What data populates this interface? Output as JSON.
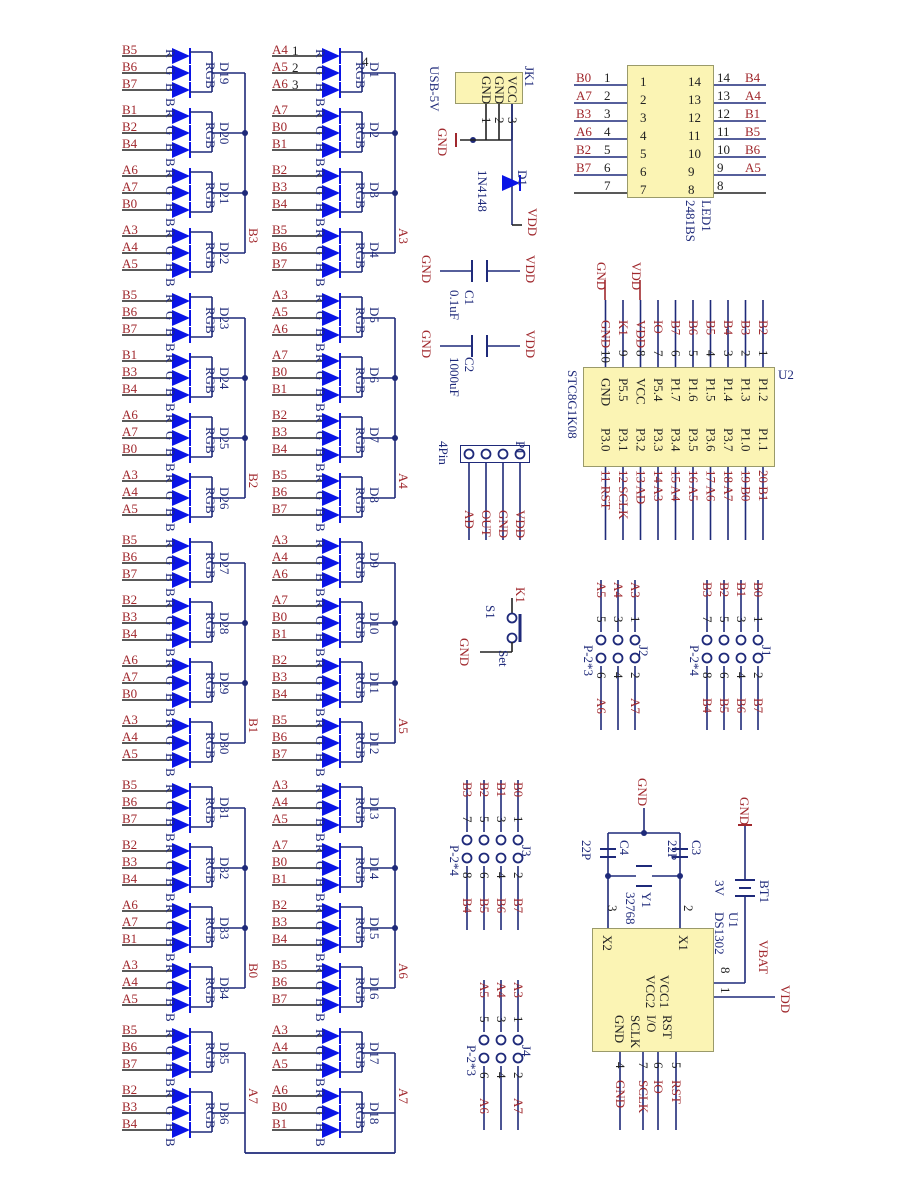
{
  "title": "RGB LED matrix clock schematic",
  "colors": {
    "wire": "#1f2a7a",
    "pin": "#222222",
    "net_label": "#a0282d",
    "led": "#0a14e6",
    "ic_fill": "#fbf4b4"
  },
  "led_display": {
    "designator": "LED1",
    "part": "2481BS",
    "left_pins": [
      {
        "pin": "1",
        "net": "B0"
      },
      {
        "pin": "2",
        "net": "A7"
      },
      {
        "pin": "3",
        "net": "B3"
      },
      {
        "pin": "4",
        "net": "A6"
      },
      {
        "pin": "5",
        "net": "B2"
      },
      {
        "pin": "6",
        "net": "B7"
      },
      {
        "pin": "7",
        "net": ""
      }
    ],
    "right_pins": [
      {
        "pin": "14",
        "net": "B4"
      },
      {
        "pin": "13",
        "net": "A4"
      },
      {
        "pin": "12",
        "net": "B1"
      },
      {
        "pin": "11",
        "net": "B5"
      },
      {
        "pin": "10",
        "net": "B6"
      },
      {
        "pin": "9",
        "net": "A5"
      },
      {
        "pin": "8",
        "net": ""
      }
    ]
  },
  "mcu": {
    "designator": "U2",
    "part": "STC8G1K08",
    "top_pins": [
      {
        "pin": "1",
        "name": "P1.2",
        "net": "B2"
      },
      {
        "pin": "2",
        "name": "P1.3",
        "net": "B3"
      },
      {
        "pin": "3",
        "name": "P1.4",
        "net": "B4"
      },
      {
        "pin": "4",
        "name": "P1.5",
        "net": "B5"
      },
      {
        "pin": "5",
        "name": "P1.6",
        "net": "B6"
      },
      {
        "pin": "6",
        "name": "P1.7",
        "net": "B7"
      },
      {
        "pin": "7",
        "name": "P5.4",
        "net": "IO"
      },
      {
        "pin": "8",
        "name": "VCC",
        "net": "VDD"
      },
      {
        "pin": "9",
        "name": "P5.5",
        "net": "K1"
      },
      {
        "pin": "10",
        "name": "GND",
        "net": "GND"
      }
    ],
    "bottom_pins": [
      {
        "pin": "20",
        "name": "P1.1",
        "net": "B1"
      },
      {
        "pin": "19",
        "name": "P1.0",
        "net": "B0"
      },
      {
        "pin": "18",
        "name": "P3.7",
        "net": "A7"
      },
      {
        "pin": "17",
        "name": "P3.6",
        "net": "A6"
      },
      {
        "pin": "16",
        "name": "P3.5",
        "net": "A5"
      },
      {
        "pin": "15",
        "name": "P3.4",
        "net": "A4"
      },
      {
        "pin": "14",
        "name": "P3.3",
        "net": "A3"
      },
      {
        "pin": "13",
        "name": "P3.2",
        "net": "AD"
      },
      {
        "pin": "12",
        "name": "P3.1",
        "net": "SCLK"
      },
      {
        "pin": "11",
        "name": "P3.0",
        "net": "RST"
      }
    ]
  },
  "power": {
    "connector": {
      "designator": "JK1",
      "part": "USB-5V",
      "pins": [
        {
          "pin": "3",
          "name": "VCC"
        },
        {
          "pin": "2",
          "name": "GND"
        },
        {
          "pin": "1",
          "name": "GND"
        }
      ]
    },
    "diode": {
      "designator": "D1",
      "part": "1N4148"
    },
    "c1": {
      "designator": "C1",
      "value": "0.1uF"
    },
    "c2": {
      "designator": "C2",
      "value": "1000uF"
    },
    "vdd": "VDD",
    "gnd": "GND"
  },
  "header_p1": {
    "designator": "P1",
    "part": "4Pin",
    "pins": [
      "VDD",
      "GND",
      "OUT",
      "AD"
    ]
  },
  "switch": {
    "designator": "S1",
    "net": "K1",
    "label": "Set",
    "gnd": "GND"
  },
  "jumpers": [
    {
      "designator": "J1",
      "type": "P-2*4",
      "left": [
        {
          "pin": "1",
          "net": "B0"
        },
        {
          "pin": "3",
          "net": "B1"
        },
        {
          "pin": "5",
          "net": "B2"
        },
        {
          "pin": "7",
          "net": "B3"
        }
      ],
      "right": [
        {
          "pin": "2",
          "net": "B7"
        },
        {
          "pin": "4",
          "net": "B6"
        },
        {
          "pin": "6",
          "net": "B5"
        },
        {
          "pin": "8",
          "net": "B4"
        }
      ]
    },
    {
      "designator": "J2",
      "type": "P-2*3",
      "left": [
        {
          "pin": "1",
          "net": "A3"
        },
        {
          "pin": "3",
          "net": "A4"
        },
        {
          "pin": "5",
          "net": "A5"
        }
      ],
      "right": [
        {
          "pin": "2",
          "net": "A7"
        },
        {
          "pin": "4",
          "net": ""
        },
        {
          "pin": "6",
          "net": "A6"
        }
      ]
    },
    {
      "designator": "J3",
      "type": "P-2*4",
      "left": [
        {
          "pin": "1",
          "net": "B0"
        },
        {
          "pin": "3",
          "net": "B1"
        },
        {
          "pin": "5",
          "net": "B2"
        },
        {
          "pin": "7",
          "net": "B3"
        }
      ],
      "right": [
        {
          "pin": "2",
          "net": "B7"
        },
        {
          "pin": "4",
          "net": "B6"
        },
        {
          "pin": "6",
          "net": "B5"
        },
        {
          "pin": "8",
          "net": "B4"
        }
      ]
    },
    {
      "designator": "J4",
      "type": "P-2*3",
      "left": [
        {
          "pin": "1",
          "net": "A3"
        },
        {
          "pin": "3",
          "net": "A4"
        },
        {
          "pin": "5",
          "net": "A5"
        }
      ],
      "right": [
        {
          "pin": "2",
          "net": "A7"
        },
        {
          "pin": "4",
          "net": ""
        },
        {
          "pin": "6",
          "net": "A6"
        }
      ]
    }
  ],
  "rtc": {
    "designator": "U1",
    "part": "DS1302",
    "pins": [
      {
        "pin": "2",
        "name": "X1"
      },
      {
        "pin": "3",
        "name": "X2"
      },
      {
        "pin": "8",
        "name": "VCC1",
        "net": "VBAT"
      },
      {
        "pin": "1",
        "name": "VCC2",
        "net": "VDD"
      },
      {
        "pin": "5",
        "name": "RST",
        "net": "RST"
      },
      {
        "pin": "6",
        "name": "I/O",
        "net": "IO"
      },
      {
        "pin": "7",
        "name": "SCLK",
        "net": "SCLK"
      },
      {
        "pin": "4",
        "name": "GND",
        "net": "GND"
      }
    ],
    "battery": {
      "designator": "BT1",
      "value": "3V"
    },
    "crystal": {
      "designator": "Y1",
      "value": "32768"
    },
    "c3": {
      "designator": "C3",
      "value": "22P"
    },
    "c4": {
      "designator": "C4",
      "value": "22P"
    },
    "gnd": "GND",
    "vdd": "VDD",
    "vbat": "VBAT"
  },
  "led_matrix": {
    "pin_labels": [
      "R",
      "G",
      "B"
    ],
    "type": "RGB",
    "first_led_pins": [
      "1",
      "2",
      "3",
      "4"
    ],
    "columns": [
      {
        "common": "B3",
        "leds": [
          {
            "d": "D19",
            "nets": [
              "B5",
              "B6",
              "B7"
            ]
          },
          {
            "d": "D20",
            "nets": [
              "B1",
              "B2",
              "B4"
            ]
          },
          {
            "d": "D21",
            "nets": [
              "A6",
              "A7",
              "B0"
            ]
          },
          {
            "d": "D22",
            "nets": [
              "A3",
              "A4",
              "A5"
            ]
          }
        ],
        "side": "left",
        "group": 0
      },
      {
        "common": "B2",
        "leds": [
          {
            "d": "D23",
            "nets": [
              "B5",
              "B6",
              "B7"
            ]
          },
          {
            "d": "D24",
            "nets": [
              "B1",
              "B3",
              "B4"
            ]
          },
          {
            "d": "D25",
            "nets": [
              "A6",
              "A7",
              "B0"
            ]
          },
          {
            "d": "D26",
            "nets": [
              "A3",
              "A4",
              "A5"
            ]
          }
        ],
        "side": "left",
        "group": 1
      },
      {
        "common": "B1",
        "leds": [
          {
            "d": "D27",
            "nets": [
              "B5",
              "B6",
              "B7"
            ]
          },
          {
            "d": "D28",
            "nets": [
              "B2",
              "B3",
              "B4"
            ]
          },
          {
            "d": "D29",
            "nets": [
              "A6",
              "A7",
              "B0"
            ]
          },
          {
            "d": "D30",
            "nets": [
              "A3",
              "A4",
              "A5"
            ]
          }
        ],
        "side": "left",
        "group": 2
      },
      {
        "common": "B0",
        "leds": [
          {
            "d": "D31",
            "nets": [
              "B5",
              "B6",
              "B7"
            ]
          },
          {
            "d": "D32",
            "nets": [
              "B2",
              "B3",
              "B4"
            ]
          },
          {
            "d": "D33",
            "nets": [
              "A6",
              "A7",
              "B1"
            ]
          },
          {
            "d": "D34",
            "nets": [
              "A3",
              "A4",
              "A5"
            ]
          }
        ],
        "side": "left",
        "group": 3
      },
      {
        "common": "A7",
        "leds": [
          {
            "d": "D35",
            "nets": [
              "B5",
              "B6",
              "B7"
            ]
          },
          {
            "d": "D36",
            "nets": [
              "B2",
              "B3",
              "B4"
            ]
          }
        ],
        "side": "left",
        "group": 4
      },
      {
        "common": "A3",
        "leds": [
          {
            "d": "D1",
            "nets": [
              "A4",
              "A5",
              "A6"
            ]
          },
          {
            "d": "D2",
            "nets": [
              "A7",
              "B0",
              "B1"
            ]
          },
          {
            "d": "D3",
            "nets": [
              "B2",
              "B3",
              "B4"
            ]
          },
          {
            "d": "D4",
            "nets": [
              "B5",
              "B6",
              "B7"
            ]
          }
        ],
        "side": "right",
        "group": 0
      },
      {
        "common": "A4",
        "leds": [
          {
            "d": "D5",
            "nets": [
              "A3",
              "A5",
              "A6"
            ]
          },
          {
            "d": "D6",
            "nets": [
              "A7",
              "B0",
              "B1"
            ]
          },
          {
            "d": "D7",
            "nets": [
              "B2",
              "B3",
              "B4"
            ]
          },
          {
            "d": "D8",
            "nets": [
              "B5",
              "B6",
              "B7"
            ]
          }
        ],
        "side": "right",
        "group": 1
      },
      {
        "common": "A5",
        "leds": [
          {
            "d": "D9",
            "nets": [
              "A3",
              "A4",
              "A6"
            ]
          },
          {
            "d": "D10",
            "nets": [
              "A7",
              "B0",
              "B1"
            ]
          },
          {
            "d": "D11",
            "nets": [
              "B2",
              "B3",
              "B4"
            ]
          },
          {
            "d": "D12",
            "nets": [
              "B5",
              "B6",
              "B7"
            ]
          }
        ],
        "side": "right",
        "group": 2
      },
      {
        "common": "A6",
        "leds": [
          {
            "d": "D13",
            "nets": [
              "A3",
              "A4",
              "A5"
            ]
          },
          {
            "d": "D14",
            "nets": [
              "A7",
              "B0",
              "B1"
            ]
          },
          {
            "d": "D15",
            "nets": [
              "B2",
              "B3",
              "B4"
            ]
          },
          {
            "d": "D16",
            "nets": [
              "B5",
              "B6",
              "B7"
            ]
          }
        ],
        "side": "right",
        "group": 3
      },
      {
        "common": "A7",
        "leds": [
          {
            "d": "D17",
            "nets": [
              "A3",
              "A4",
              "A5"
            ]
          },
          {
            "d": "D18",
            "nets": [
              "A6",
              "B0",
              "B1"
            ]
          }
        ],
        "side": "right",
        "group": 4
      }
    ]
  }
}
